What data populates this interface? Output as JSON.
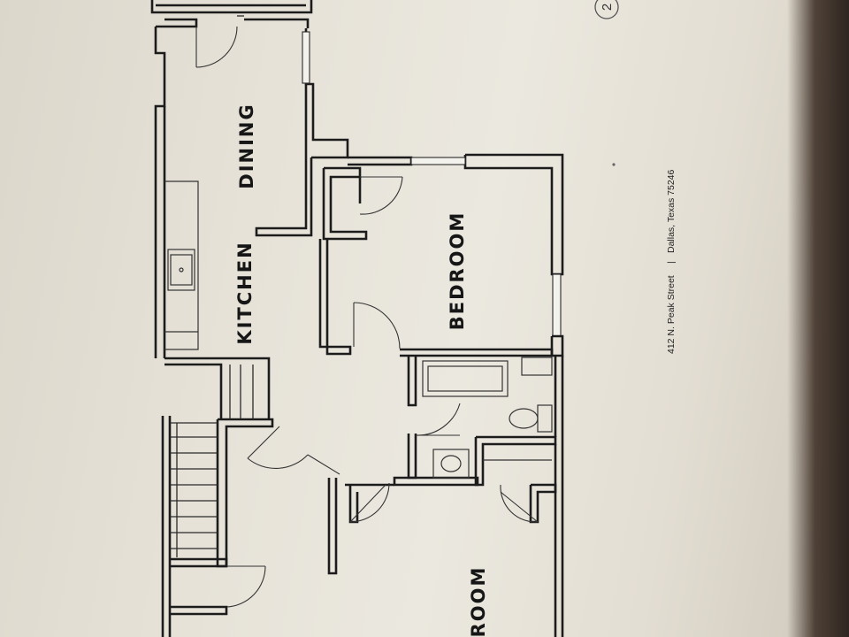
{
  "rooms": {
    "dining": "DINING",
    "kitchen": "KITCHEN",
    "bedroom": "BEDROOM",
    "bedroom_partial": "ROOM"
  },
  "address": {
    "street": "412 N. Peak Street",
    "separator": "|",
    "city": "Dallas, Texas 75246"
  },
  "page_number": "2"
}
